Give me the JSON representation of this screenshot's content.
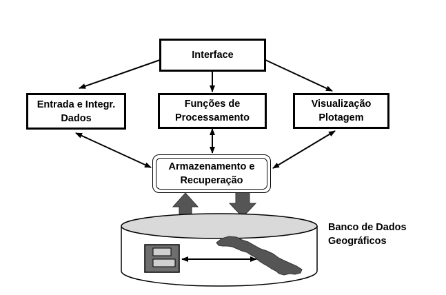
{
  "diagram": {
    "interface_label": "Interface",
    "entrada": {
      "line1": "Entrada e Integr.",
      "line2": "Dados"
    },
    "funcoes": {
      "line1": "Funções de",
      "line2": "Processamento"
    },
    "visualizacao": {
      "line1": "Visualização",
      "line2": "Plotagem"
    },
    "armazenamento": {
      "line1": "Armazenamento e",
      "line2": "Recuperação"
    },
    "banco": {
      "line1": "Banco de Dados",
      "line2": "Geográficos"
    }
  },
  "colors": {
    "stroke": "#000000",
    "cylinder_top": "#d9d9d9",
    "block_arrow": "#555555",
    "map_shape": "#555555",
    "table_icon": "#6e6e6e",
    "table_slot": "#d0d0d0"
  },
  "icons": [
    "table-icon",
    "cuba-map-shape",
    "cylinder-database"
  ]
}
